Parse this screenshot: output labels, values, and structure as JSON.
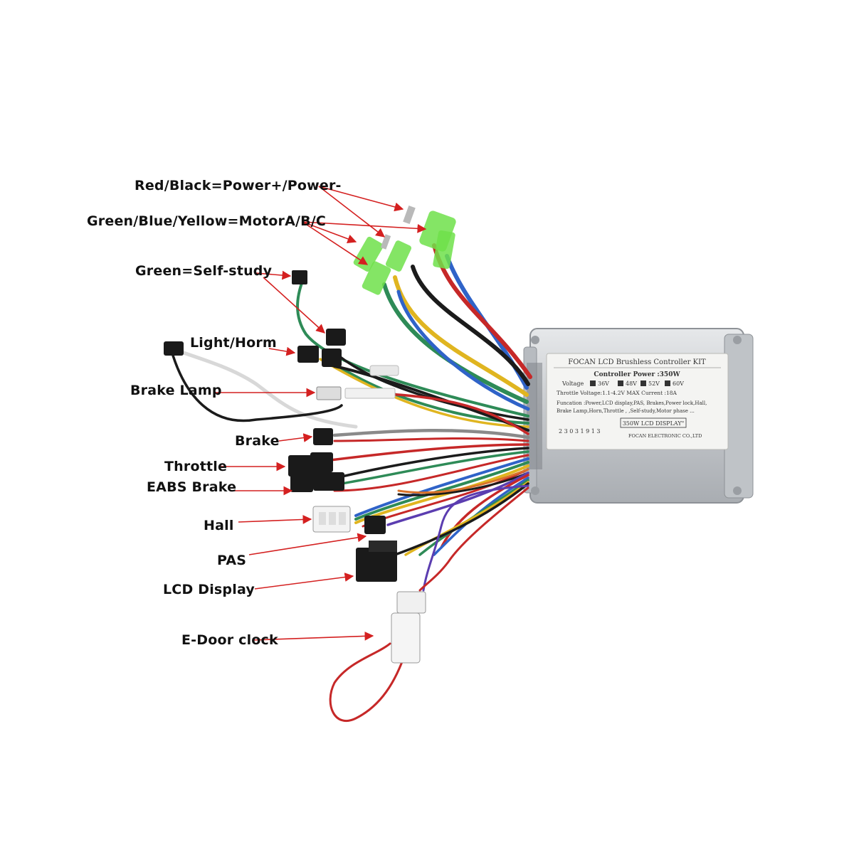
{
  "callouts": {
    "power": "Red/Black=Power+/Power-",
    "motor": "Green/Blue/Yellow=MotorA/B/C",
    "self_study": "Green=Self-study",
    "light_horn": "Light/Horm",
    "brake_lamp": "Brake Lamp",
    "brake": "Brake",
    "throttle": "Throttle",
    "eabs_brake": "EABS Brake",
    "hall": "Hall",
    "pas": "PAS",
    "lcd_display": "LCD Display",
    "e_door_lock": "E-Door clock"
  },
  "controller_label": {
    "title": "FOCAN LCD Brushless Controller KIT",
    "power": "Controller Power :350W",
    "voltage_label": "Voltage",
    "voltages": [
      "36V",
      "48V",
      "52V",
      "60V"
    ],
    "throttle_spec": "Throttle Voltage:1.1-4.2V MAX Current :18A",
    "function_line1": "Funcation :Power,LCD display,PAS, Brakes,Power lock,Hall,",
    "function_line2": "Brake Lamp,Horn,Throttle , ,Self-study,Motor phase ...",
    "model_box": "350W LCD DISPLAY\"",
    "serial": "2 3 0 3 1 9 1 3",
    "maker": "FOCAN ELECTRONIC CO.,LTD"
  },
  "colors": {
    "arrow": "#d42020",
    "housing": "#c9ccd0",
    "sticker": "#f4f4f2",
    "insulator": "#6fe04a",
    "wire_red": "#c62828",
    "wire_black": "#1b1b1b",
    "wire_green": "#2e8b57",
    "wire_blue": "#2f63c8",
    "wire_yellow": "#e0b520",
    "wire_white": "#d8d8d8",
    "wire_purple": "#5b3db0",
    "wire_gray": "#8a8a8a",
    "wire_orange": "#d9722a"
  }
}
